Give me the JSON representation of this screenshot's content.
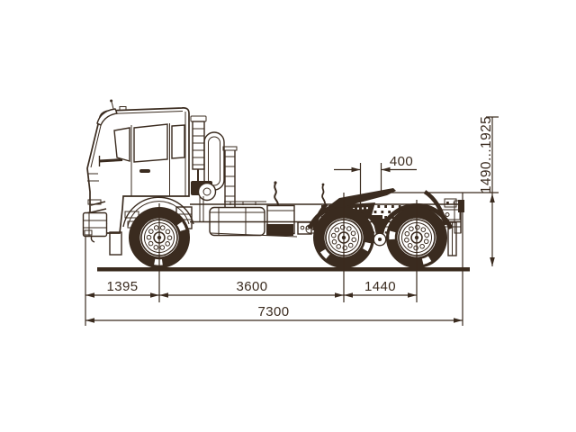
{
  "drawing": {
    "kind": "side-view dimensional line drawing",
    "subject": "three-axle truck tractor chassis",
    "units": "mm"
  },
  "colors": {
    "ink": "#3a2b1f",
    "background": "#ffffff"
  },
  "dims": {
    "fifth_wheel_lead": "400",
    "saddle_height": "1490...1925",
    "front_overhang": "1395",
    "wheelbase": "3600",
    "rear_bogie_base": "1440",
    "overall_length": "7300"
  }
}
